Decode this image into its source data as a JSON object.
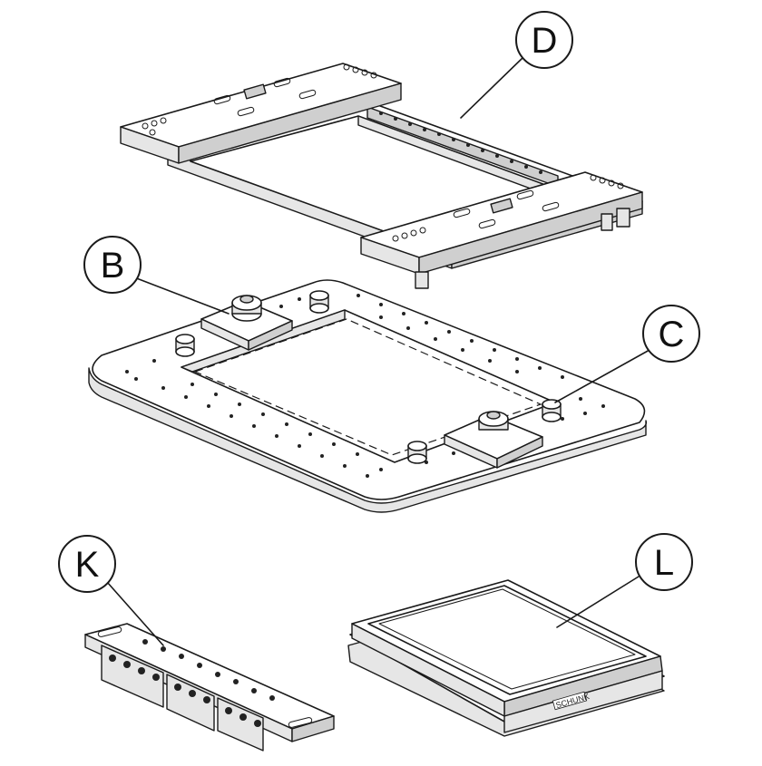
{
  "callouts": {
    "D": "D",
    "B": "B",
    "C": "C",
    "K": "K",
    "L": "L"
  },
  "brand_mark": "SCHUNK"
}
